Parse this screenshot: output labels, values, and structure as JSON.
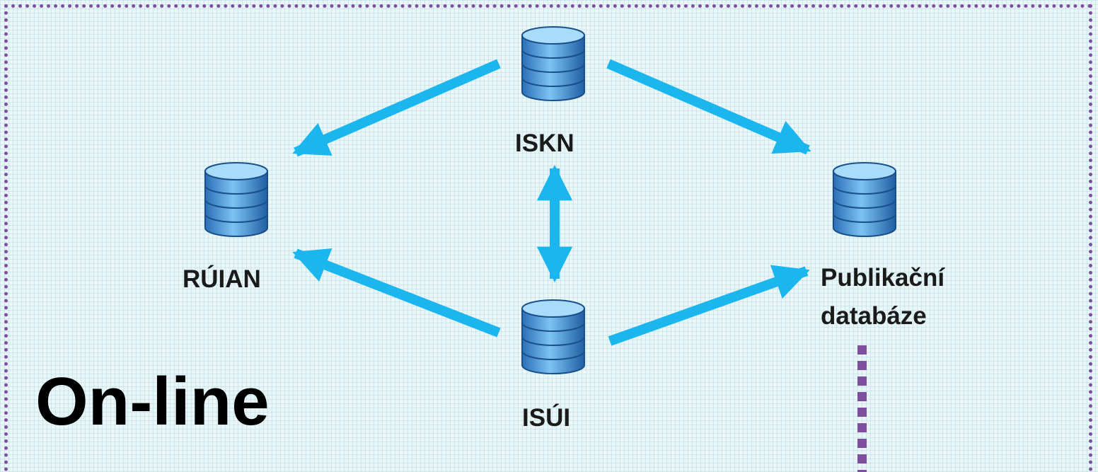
{
  "nodes": {
    "iskn": {
      "label": "ISKN",
      "icon": "database-icon"
    },
    "ruian": {
      "label": "RÚIAN",
      "icon": "database-icon"
    },
    "isui": {
      "label": "ISÚI",
      "icon": "database-icon"
    },
    "pub": {
      "label_line1": "Publikační",
      "label_line2": "databáze",
      "icon": "database-icon"
    }
  },
  "title": "On-line",
  "colors": {
    "arrow": "#1cb6ee",
    "frame": "#7e4f9e",
    "background": "#eaf7f9"
  }
}
